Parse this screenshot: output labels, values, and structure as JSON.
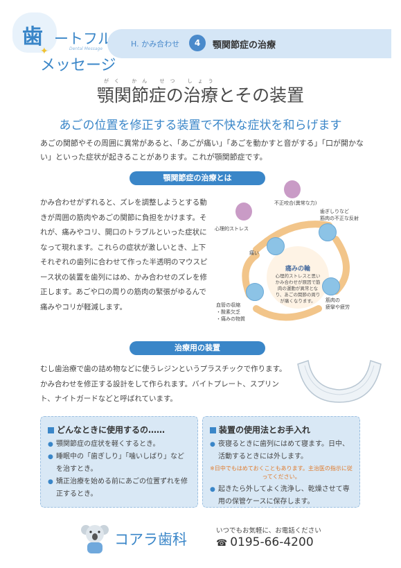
{
  "logo": {
    "line1": "歯",
    "line2": "ートフル",
    "line3": "Dental Message",
    "line4": "メッセージ"
  },
  "header": {
    "section": "H. かみ合わせ",
    "number": "4",
    "title": "顎関節症の治療"
  },
  "ruby": "がく かん せつ しょう",
  "main_title": "顎関節症の治療とその装置",
  "subtitle": "あごの位置を修正する装置で不快な症状を和らげます",
  "intro": "あごの関節やその周囲に異常があると、「あごが痛い」「あごを動かすと音がする」「口が開かない」といった症状が起きることがあります。これが顎関節症です。",
  "section1": {
    "label": "顎関節症の治療とは",
    "text": "かみ合わせがずれると、ズレを調整しようとする動きが周囲の筋肉やあごの関節に負担をかけます。それが、痛みやコリ、開口のトラブルといった症状になって現れます。これらの症状が激しいとき、上下それぞれの歯列に合わせて作った半透明のマウスピース状の装置を歯列にはめ、かみ合わせのズレを修正します。あごや口の周りの筋肉の緊張がゆるんで痛みやコリが軽減します。"
  },
  "diagram": {
    "label_occlusion": "不正咬合(異常な力)",
    "label_stress": "心理的ストレス",
    "label_grinding": "歯ぎしりなど\n筋肉の不正な反射",
    "label_pain": "痛い",
    "label_fatigue": "筋肉の\n疲攣や疲労",
    "label_blood": "血管の収縮\n・酸素欠乏\n・痛みの物質",
    "ring_head": "痛みの輪",
    "ring_text": "心理的ストレスと思いかみ合わせが原因で筋肉の運動が異常となり、あごの関節の周りが痛くなります。"
  },
  "section2": {
    "label": "治療用の装置",
    "text": "むし歯治療で歯の詰め物などに使うレジンというプラスチックで作ります。かみ合わせを修正する設計をして作られます。バイトプレート、スプリント、ナイトガードなどと呼ばれています。"
  },
  "box1": {
    "title": "どんなときに使用するの……",
    "items": [
      "顎関節症の症状を軽くするとき。",
      "睡眠中の「歯ぎしり」「噛いしばり」などを治すとき。",
      "矯正治療を始める前にあごの位置ずれを修正するとき。"
    ]
  },
  "box2": {
    "title": "装置の使用法とお手入れ",
    "items": [
      "夜寝るときに歯列にはめて寝ます。日中、活動するときには外します。",
      "起きたら外してよく洗浄し、乾燥させて専用の保管ケースに保存します。"
    ],
    "note": "※日中でもはめておくこともあります。主治医の指示に従ってください。"
  },
  "footer": {
    "clinic": "コアラ歯科",
    "contact_note": "いつでもお気軽に、お電話ください",
    "phone": "0195-66-4200"
  },
  "colors": {
    "accent": "#3a86c8",
    "header_bg": "#d5e6f6",
    "box_bg": "#d9e8f5",
    "note": "#e07a2a"
  }
}
